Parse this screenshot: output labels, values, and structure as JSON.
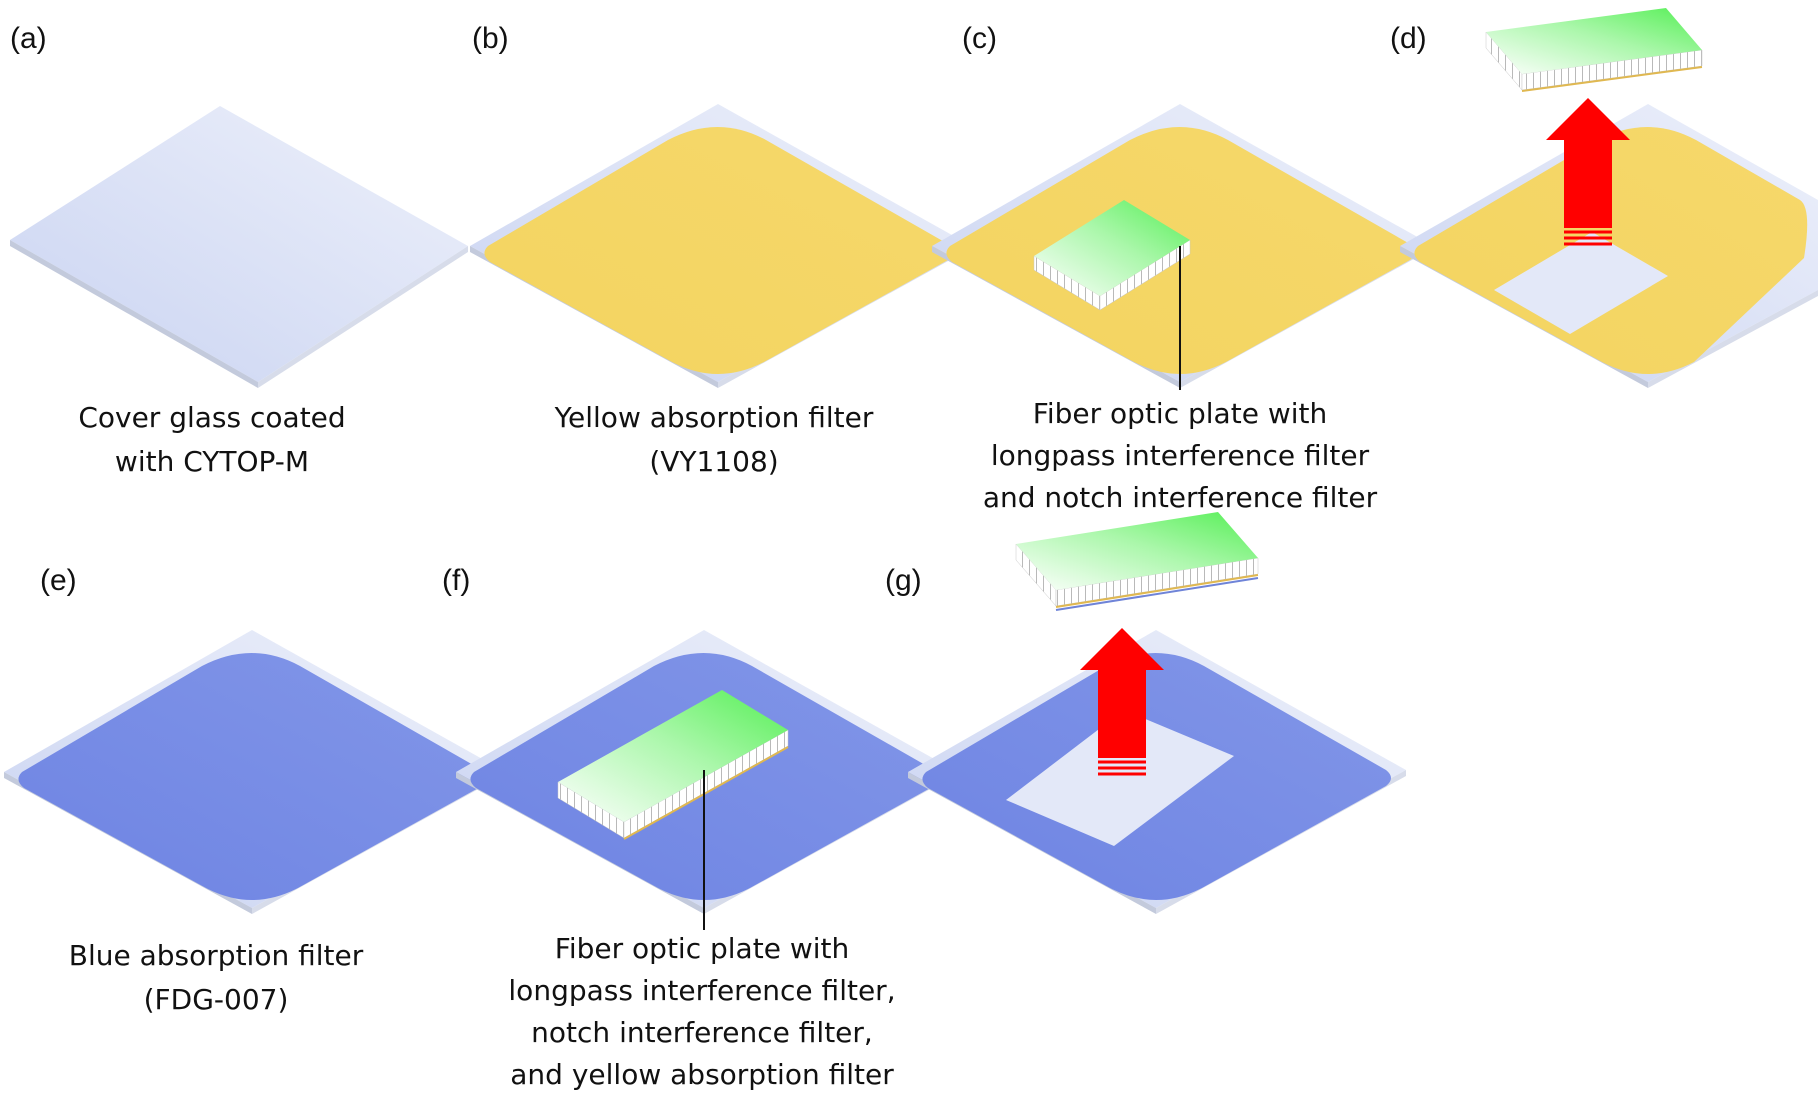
{
  "panels": [
    {
      "letter": "(a)",
      "caption": [
        "Cover glass coated",
        "with CYTOP-M"
      ]
    },
    {
      "letter": "(b)",
      "caption": [
        "Yellow absorption filter",
        "(VY1108)"
      ]
    },
    {
      "letter": "(c)",
      "caption": [
        "Fiber optic plate with",
        "longpass interference filter",
        "and notch interference filter"
      ]
    },
    {
      "letter": "(d)",
      "caption": []
    },
    {
      "letter": "(e)",
      "caption": [
        "Blue absorption filter",
        "(FDG-007)"
      ]
    },
    {
      "letter": "(f)",
      "caption": [
        "Fiber optic plate with",
        "longpass interference filter,",
        "notch interference filter,",
        "and yellow absorption filter"
      ]
    },
    {
      "letter": "(g)",
      "caption": []
    }
  ],
  "colors": {
    "glass_top": "#dfe5f7",
    "glass_side": "#c5ccdf",
    "yellow_filter": "#f5d564",
    "blue_filter": "#7b8fe6",
    "fop_green": "#5cf05c",
    "arrow_red": "#ff0000"
  }
}
